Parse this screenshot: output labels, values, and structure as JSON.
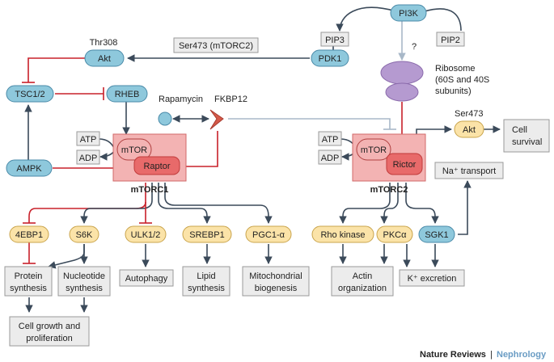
{
  "nodes": {
    "pi3k": "PI3K",
    "pip3": "PIP3",
    "pip2": "PIP2",
    "question": "?",
    "thr308": "Thr308",
    "akt_top": "Akt",
    "ser473_mtorc2": "Ser473 (mTORC2)",
    "pdk1": "PDK1",
    "ribosome_line1": "Ribosome",
    "ribosome_line2": "(60S and 40S",
    "ribosome_line3": "subunits)",
    "tsc": "TSC1/2",
    "rheb": "RHEB",
    "rapamycin": "Rapamycin",
    "fkbp12": "FKBP12",
    "ser473_right": "Ser473",
    "akt_right": "Akt",
    "cell_survival_1": "Cell",
    "cell_survival_2": "survival",
    "atp_left": "ATP",
    "adp_left": "ADP",
    "mtor_left": "mTOR",
    "raptor": "Raptor",
    "ampk": "AMPK",
    "mtorc1": "mTORC1",
    "atp_right": "ATP",
    "adp_right": "ADP",
    "mtor_right": "mTOR",
    "rictor": "Rictor",
    "na_transport": "Na⁺ transport",
    "mtorc2": "mTORC2",
    "ebp1": "4EBP1",
    "s6k": "S6K",
    "ulk": "ULK1/2",
    "srebp1": "SREBP1",
    "pgc1a": "PGC1-α",
    "rho_kinase": "Rho kinase",
    "pkca": "PKCα",
    "sgk1": "SGK1",
    "protein_1": "Protein",
    "protein_2": "synthesis",
    "nucleotide_1": "Nucleotide",
    "nucleotide_2": "synthesis",
    "autophagy": "Autophagy",
    "lipid_1": "Lipid",
    "lipid_2": "synthesis",
    "mito_1": "Mitochondrial",
    "mito_2": "biogenesis",
    "actin_1": "Actin",
    "actin_2": "organization",
    "k_excretion": "K⁺ excretion",
    "growth_1": "Cell growth and",
    "growth_2": "proliferation"
  },
  "footer": {
    "journal": "Nature Reviews",
    "separator": "|",
    "section": "Nephrology"
  },
  "colors": {
    "blue_node": "#8ec8dc",
    "yellow_node": "#fbe3a8",
    "grey_box": "#ececec",
    "complex_fill": "#f3b3b3",
    "subunit_red": "#e86a6a",
    "activation_arrow": "#3b4a5a",
    "inhibition_line": "#c8202a",
    "ribosome": "#b59ad0",
    "nephrology_blue": "#6a9cc4"
  }
}
